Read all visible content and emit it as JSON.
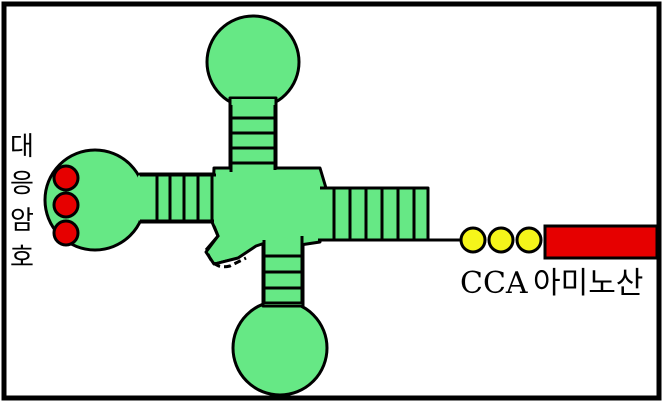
{
  "colors": {
    "border": "#000000",
    "body": "#66e885",
    "outline": "#000000",
    "anticodon": "#e60000",
    "cca": "#f5f51a",
    "amino_acid": "#e60000"
  },
  "labels": {
    "anticodon_chars": [
      "대",
      "응",
      "암",
      "호"
    ],
    "cca_text": "CCA",
    "amino_acid_text": "아미노산"
  }
}
